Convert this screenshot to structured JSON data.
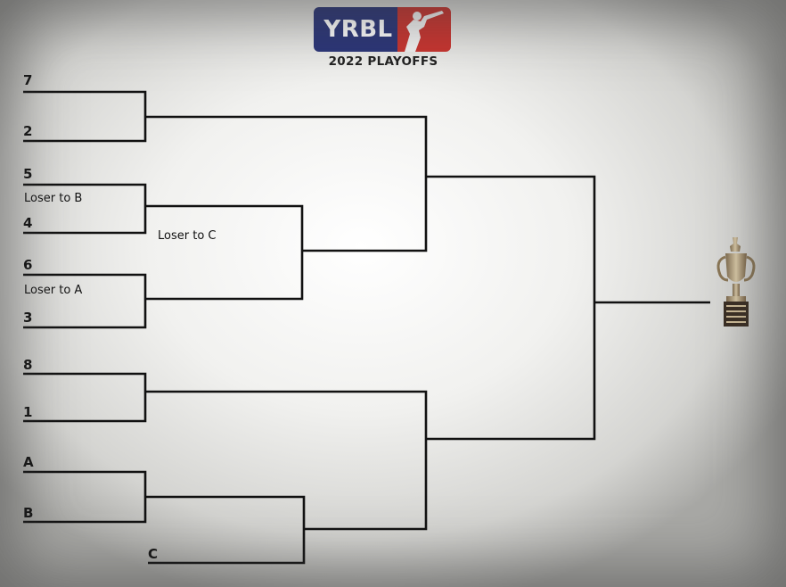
{
  "header": {
    "logo_text": "YRBL",
    "title": "2022 PLAYOFFS",
    "logo_colors": {
      "left": "#2b3578",
      "right": "#c8342f"
    }
  },
  "bracket": {
    "seeds": [
      "7",
      "2",
      "5",
      "4",
      "6",
      "3",
      "8",
      "1",
      "A",
      "B",
      "C"
    ],
    "notes": [
      "Loser to B",
      "Loser to C",
      "Loser to A"
    ]
  },
  "trophy": {
    "icon": "trophy-icon"
  }
}
